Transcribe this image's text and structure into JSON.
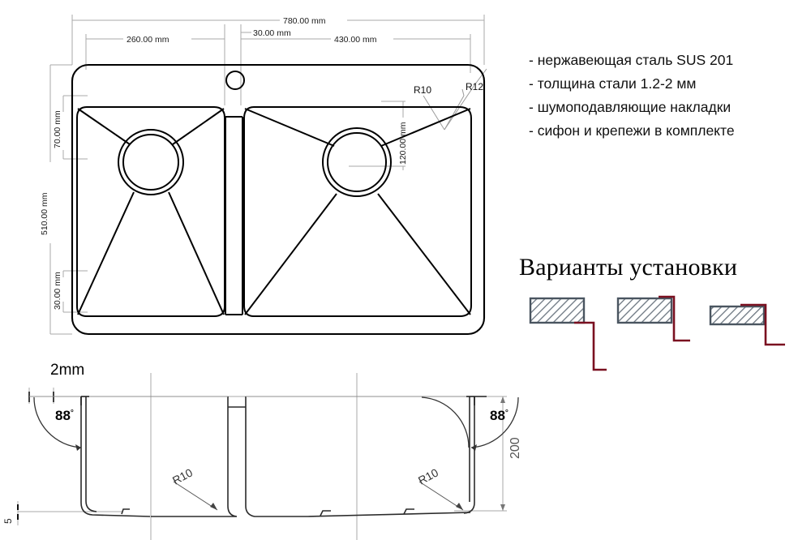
{
  "drawing": {
    "title_top_view": "kitchen-sink-top-view",
    "title_section_view": "kitchen-sink-cross-section"
  },
  "dimensions": {
    "overall_width": "780.00 mm",
    "left_segment": "260.00 mm",
    "middle_segment": "30.00 mm",
    "right_segment": "430.00 mm",
    "overall_depth": "510.00 mm",
    "top_margin": "70.00 mm",
    "bottom_margin": "30.00 mm",
    "bowl_offset": "120.00 mm",
    "radius_inner": "R10",
    "radius_outer": "R12"
  },
  "section": {
    "thickness_label": "2mm",
    "angle_left": "88",
    "angle_right": "88",
    "angle_unit": "°",
    "radius_left": "R10",
    "radius_mid": "R10",
    "radius_right": "R10",
    "depth": "200",
    "lip": "5"
  },
  "specs": {
    "items": [
      "- нержавеющая сталь SUS 201",
      "- толщина стали 1.2-2 мм",
      "- шумоподавляющие накладки",
      "- сифон и крепежи в комплекте"
    ]
  },
  "variants": {
    "heading": "Варианты установки",
    "items": [
      {
        "name": "flush-mount-variant"
      },
      {
        "name": "top-mount-variant"
      },
      {
        "name": "undermount-variant"
      }
    ]
  },
  "colors": {
    "outline": "#000000",
    "dimension_line": "#9a9a9a",
    "hatch_border": "#4a5560",
    "hatch_line": "#6b7580",
    "accent_red": "#7a1020",
    "text": "#111111"
  }
}
